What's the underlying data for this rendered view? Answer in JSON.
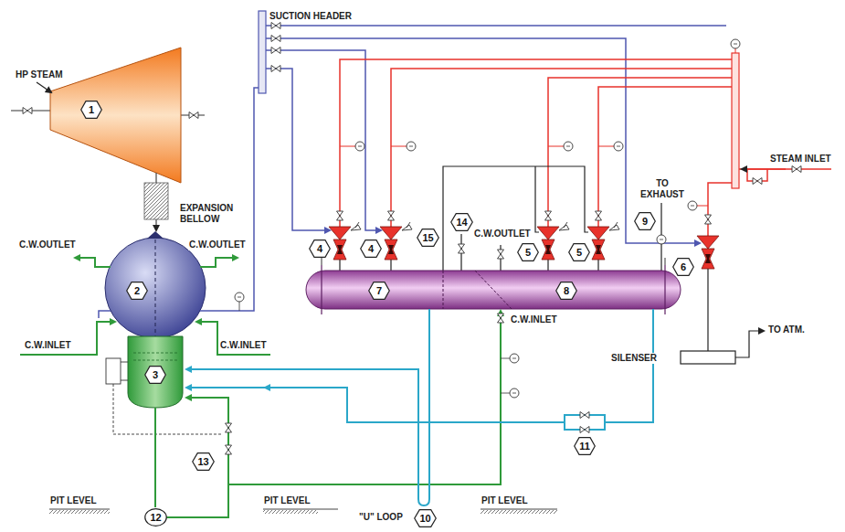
{
  "diagram": {
    "nodes": [
      {
        "text": [
          "1"
        ]
      },
      {
        "text": [
          "9"
        ]
      },
      {
        "text": [
          "14"
        ]
      },
      {
        "text": [
          "4"
        ]
      },
      {
        "text": [
          "4"
        ]
      },
      {
        "text": [
          "15"
        ]
      },
      {
        "text": [
          "5"
        ]
      },
      {
        "text": [
          "5"
        ]
      },
      {
        "text": [
          "6"
        ]
      },
      {
        "text": [
          "2"
        ]
      },
      {
        "text": [
          "7"
        ]
      },
      {
        "text": [
          "8"
        ]
      },
      {
        "text": [
          "3"
        ]
      },
      {
        "text": [
          "11"
        ]
      },
      {
        "text": [
          "13"
        ]
      },
      {
        "text": [
          "10"
        ]
      },
      {
        "text": [
          "12"
        ]
      }
    ],
    "labels": [
      "HP STEAM",
      "SUCTION HEADER",
      "STEAM INLET",
      "EXPANSION BELLOW",
      "C.W.OUTLET",
      "C.W.OUTLET",
      "C.W.INLET",
      "C.W.INLET",
      "TO EXHAUST",
      "C.W.OUTLET",
      "C.W.INLET",
      "TO ATM.",
      "SILENSER",
      "PIT LEVEL",
      "PIT LEVEL",
      "PIT LEVEL",
      "\"U\" LOOP"
    ]
  }
}
